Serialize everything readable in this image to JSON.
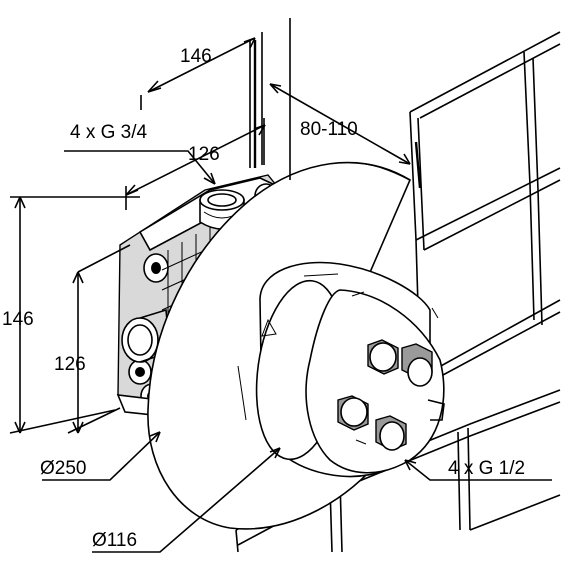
{
  "dimensions": {
    "top_width": "146",
    "connections_top": "4 x G 3/4",
    "inner_width": "126",
    "wall_depth": "80-110",
    "outer_height": "146",
    "inner_height": "126",
    "plate_diameter": "Ø250",
    "body_diameter": "Ø116",
    "connections_front": "4 x G 1/2"
  }
}
